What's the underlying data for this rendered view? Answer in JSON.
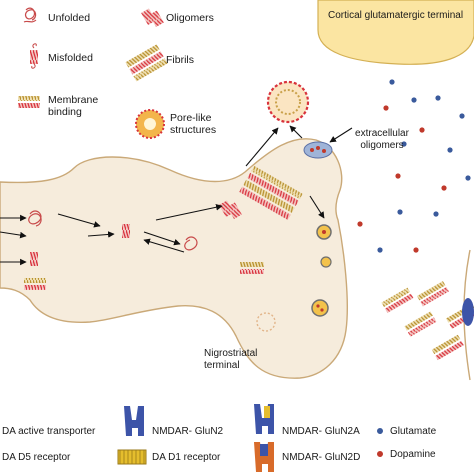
{
  "legend_top": {
    "unfolded": "Unfolded",
    "oligomers": "Oligomers",
    "misfolded": "Misfolded",
    "fibrils": "Fibrils",
    "membrane_binding_line1": "Membrane",
    "membrane_binding_line2": "binding",
    "pore_line1": "Pore-like",
    "pore_line2": "structures"
  },
  "labels": {
    "cortical_terminal": "Cortical glutamatergic terminal",
    "extracellular_line1": "extracellular",
    "extracellular_line2": "oligomers",
    "nigrostriatal_line1": "Nigrostriatal",
    "nigrostriatal_line2": "terminal"
  },
  "legend_bottom": {
    "da_transporter": "DA active transporter",
    "da_d5": "DA D5 receptor",
    "nmdar_glun2": "NMDAR- GluN2",
    "da_d1": "DA D1 receptor",
    "nmdar_glun2a": "NMDAR- GluN2A",
    "nmdar_glun2d": "NMDAR- GluN2D",
    "glutamate": "Glutamate",
    "dopamine": "Dopamine"
  },
  "colors": {
    "neuron_fill": "#f6ecdc",
    "neuron_stroke": "#caa978",
    "cortical_fill": "#fbe5a2",
    "fibril_red": "#d8333c",
    "fibril_tan": "#c9a14a",
    "glutamate": "#3a5a9c",
    "dopamine": "#c0392b",
    "receptor_blue": "#3d54a8",
    "receptor_orange": "#d86b2a",
    "receptor_yellow": "#e5bd2d"
  }
}
